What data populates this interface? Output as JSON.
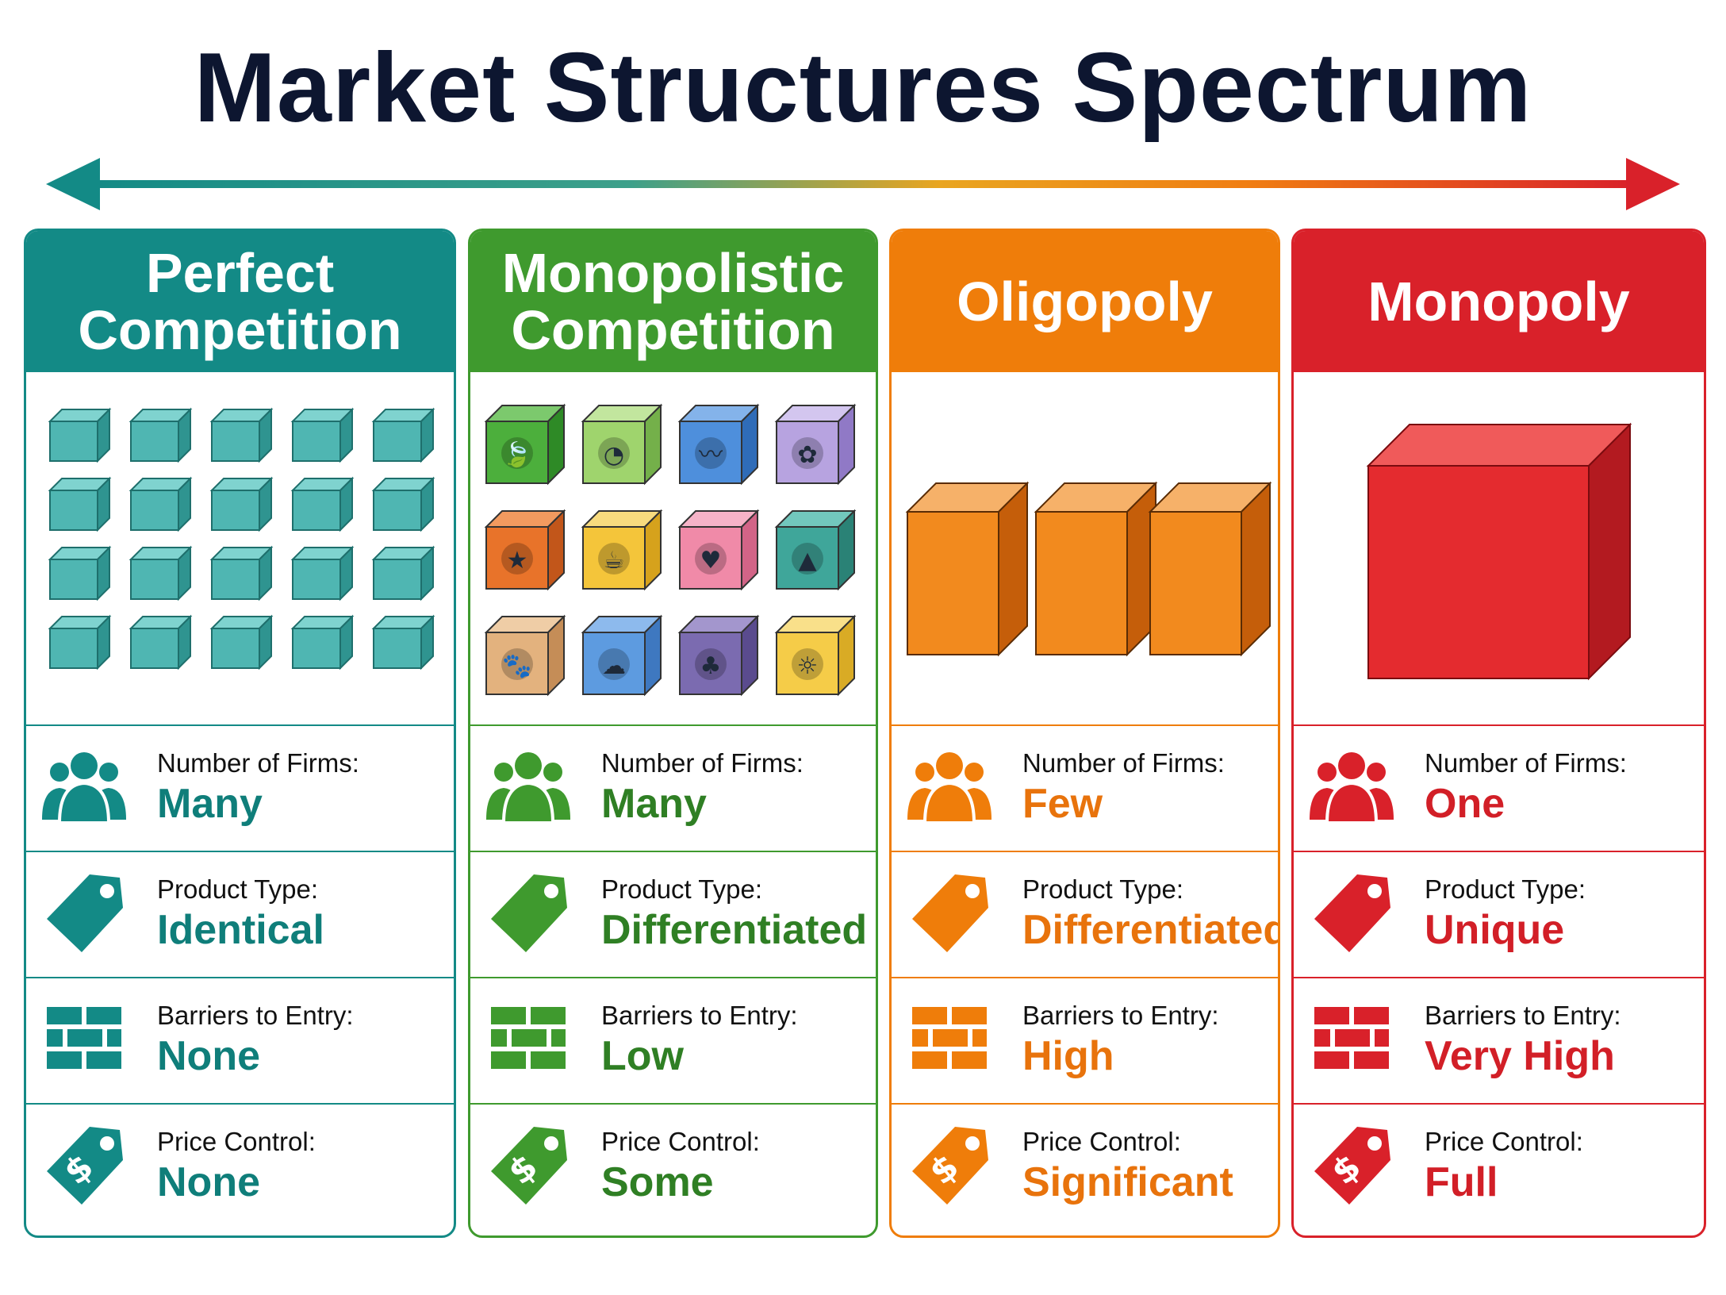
{
  "title": "Market Structures Spectrum",
  "labels": {
    "firms": "Number of Firms:",
    "product": "Product Type:",
    "barriers": "Barriers to Entry:",
    "price": "Price Control:"
  },
  "cards": [
    {
      "name": "Perfect Competition",
      "title_lines": [
        "Perfect",
        "Competition"
      ],
      "color": "#138a86",
      "text_color": "#0f7e7a",
      "firms": "Many",
      "product": "Identical",
      "barriers": "None",
      "price": "None"
    },
    {
      "name": "Monopolistic Competition",
      "title_lines": [
        "Monopolistic",
        "Competition"
      ],
      "color": "#3f9a2e",
      "text_color": "#2f7f24",
      "firms": "Many",
      "product": "Differentiated",
      "barriers": "Low",
      "price": "Some"
    },
    {
      "name": "Oligopoly",
      "title_lines": [
        "Oligopoly"
      ],
      "color": "#ef7d0a",
      "text_color": "#e8730c",
      "firms": "Few",
      "product": "Differentiated",
      "barriers": "High",
      "price": "Significant"
    },
    {
      "name": "Monopoly",
      "title_lines": [
        "Monopoly"
      ],
      "color": "#d9212a",
      "text_color": "#d21f27",
      "firms": "One",
      "product": "Unique",
      "barriers": "Very High",
      "price": "Full"
    }
  ],
  "colors": {
    "title": "#0d1630",
    "arrow_left": "#138a86",
    "arrow_mid": "#f29a1a",
    "arrow_right": "#d9212a"
  },
  "icons": {
    "firms": "people-group-icon",
    "product": "price-tag-icon",
    "barriers": "brick-wall-icon",
    "price": "dollar-tag-icon"
  }
}
